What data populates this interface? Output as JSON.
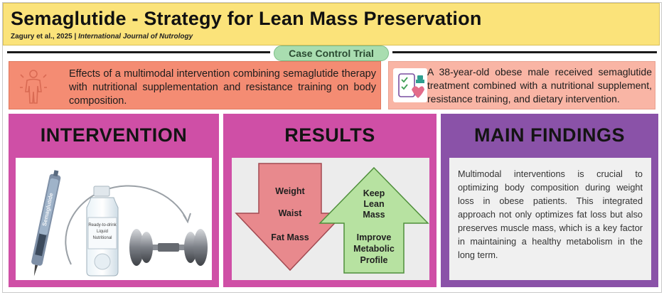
{
  "header": {
    "title": "Semaglutide - Strategy for Lean Mass Preservation",
    "citation_authors": "Zagury et al., 2025 |",
    "citation_journal": "International Journal of Nutrology"
  },
  "study_type": "Case Control Trial",
  "summary": {
    "objective": "Effects of a multimodal intervention combining semaglutide therapy with nutritional supplementation and resistance training on body composition.",
    "case": "A 38-year-old obese male received semaglutide treatment combined with a nutritional supplement, resistance training, and dietary intervention."
  },
  "panels": {
    "intervention": {
      "title": "INTERVENTION",
      "pen_label": "Semaglutide",
      "bottle_label_1": "Ready-to-drink",
      "bottle_label_2": "Liquid",
      "bottle_label_3": "Nutritional"
    },
    "results": {
      "title": "RESULTS",
      "decrease": [
        "Weight",
        "Waist",
        "Fat Mass"
      ],
      "increase_1": [
        "Keep",
        "Lean",
        "Mass"
      ],
      "increase_2": [
        "Improve",
        "Metabolic",
        "Profile"
      ]
    },
    "findings": {
      "title": "MAIN FINDINGS",
      "text": "Multimodal interventions is crucial to optimizing body composition during weight loss in obese patients. This integrated approach not only optimizes fat loss but also preserves muscle mass, which is a key factor in maintaining a healthy metabolism in the long term."
    }
  },
  "colors": {
    "header_bg": "#fbe37a",
    "badge_bg": "#a9ddb0",
    "objective_bg": "#f48c73",
    "case_bg": "#f9b5a5",
    "panel_magenta": "#cf4fa6",
    "panel_purple": "#8a52a8",
    "arrow_down": "#e8898d",
    "arrow_up": "#b7e2a1"
  }
}
